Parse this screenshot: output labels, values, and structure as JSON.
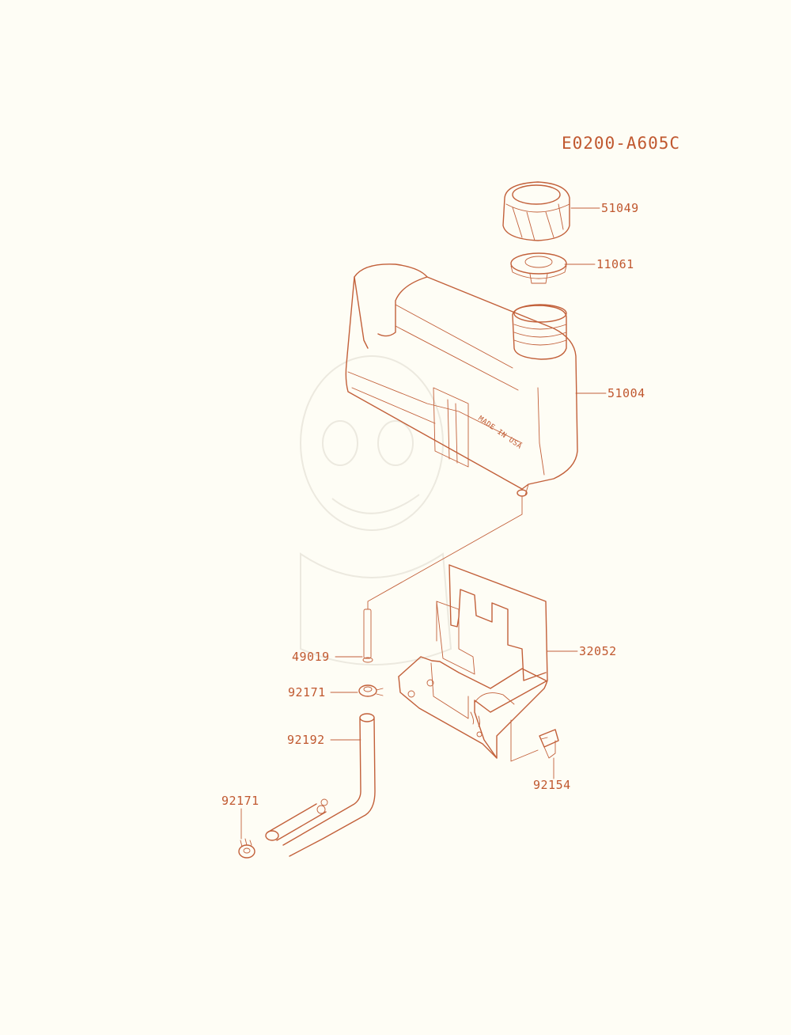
{
  "diagram_code": "E0200-A605C",
  "tank_embossing": "MADE IN USA",
  "colors": {
    "line": "#c2603a",
    "background": "#fefdf5"
  },
  "parts": [
    {
      "id": "cap",
      "number": "51049"
    },
    {
      "id": "gasket",
      "number": "11061"
    },
    {
      "id": "fuel-tank",
      "number": "51004"
    },
    {
      "id": "bracket",
      "number": "32052"
    },
    {
      "id": "pin",
      "number": "49019"
    },
    {
      "id": "clamp-upper",
      "number": "92171"
    },
    {
      "id": "fuel-hose",
      "number": "92192"
    },
    {
      "id": "bolt",
      "number": "92154"
    },
    {
      "id": "clamp-lower",
      "number": "92171"
    }
  ]
}
